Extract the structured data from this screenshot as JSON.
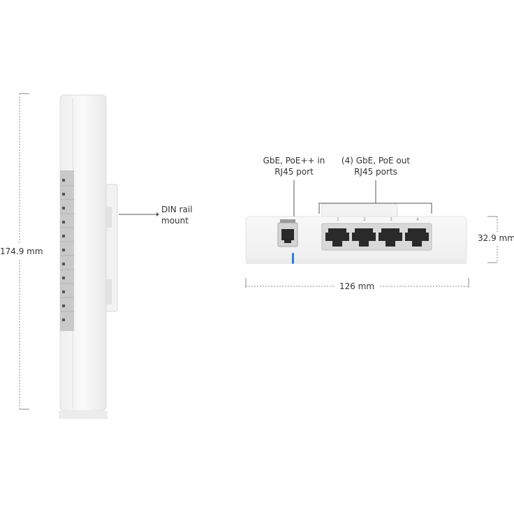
{
  "dimensions": {
    "height": "174.9 mm",
    "depth": "32.9 mm",
    "width": "126 mm"
  },
  "callouts": {
    "din_rail": [
      "DIN rail",
      "mount"
    ],
    "uplink": [
      "GbE, PoE++ in",
      "RJ45 port"
    ],
    "downlinks": [
      "(4) GbE, PoE out",
      "RJ45 ports"
    ]
  },
  "port_labels": [
    "1",
    "2",
    "3",
    "4"
  ],
  "colors": {
    "device_body": "#f6f6f6",
    "vent_strip": "#c9c9c9",
    "port_black": "#2a2a2a",
    "led_blue": "#2b7de1",
    "dimension_line": "#8c8c8c"
  }
}
